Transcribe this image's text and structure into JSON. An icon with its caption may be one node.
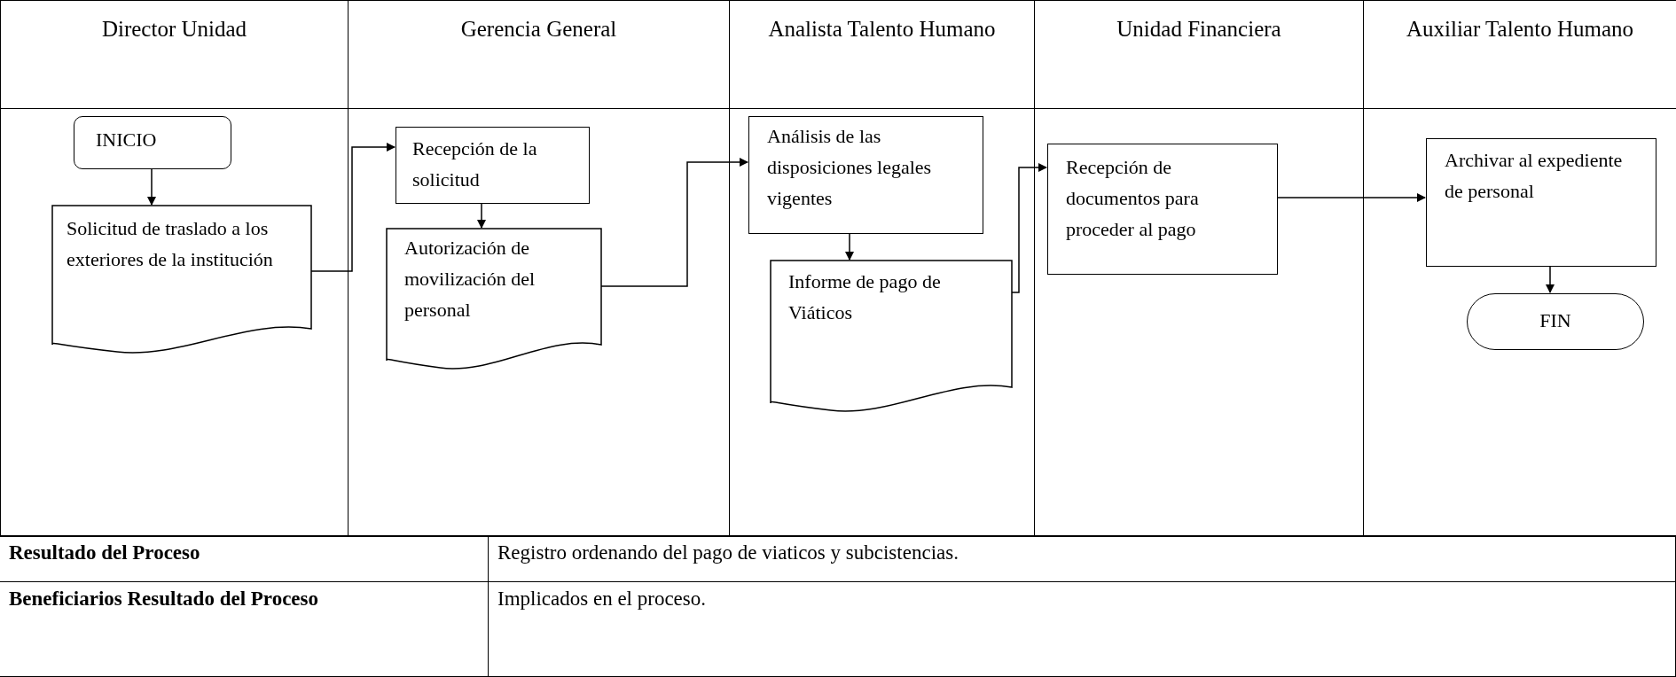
{
  "diagram": {
    "nodes": [
      {
        "text": [
          "Director Unidad"
        ]
      },
      {
        "text": [
          "Gerencia General"
        ]
      },
      {
        "text": [
          "Analista Talento Humano"
        ]
      },
      {
        "text": [
          "Unidad Financiera"
        ]
      },
      {
        "text": [
          "Auxiliar Talento Humano"
        ]
      },
      {
        "text": [
          "INICIO"
        ],
        "in": 0
      },
      {
        "text": [
          "Solicitud de traslado a los exteriores de la institución"
        ],
        "in": 0
      },
      {
        "text": [
          "Recepción de la solicitud"
        ],
        "in": 1
      },
      {
        "text": [
          "Autorización de movilización del personal"
        ],
        "in": 1
      },
      {
        "text": [
          "Análisis de las disposiciones legales vigentes"
        ],
        "in": 2
      },
      {
        "text": [
          "Informe de pago de Viáticos"
        ],
        "in": 2
      },
      {
        "text": [
          "Recepción de documentos para proceder al pago"
        ],
        "in": 3
      },
      {
        "text": [
          "Archivar al expediente de personal"
        ],
        "in": 4
      },
      {
        "text": [
          "FIN"
        ],
        "in": 4
      }
    ],
    "edges": [
      {
        "from": 5,
        "to": 6,
        "arrow": "to"
      },
      {
        "from": 6,
        "to": 7,
        "arrow": "to"
      },
      {
        "from": 7,
        "to": 8,
        "arrow": "to"
      },
      {
        "from": 8,
        "to": 9,
        "arrow": "to"
      },
      {
        "from": 9,
        "to": 10,
        "arrow": "to"
      },
      {
        "from": 10,
        "to": 11,
        "arrow": "to"
      },
      {
        "from": 11,
        "to": 12,
        "arrow": "to"
      },
      {
        "from": 12,
        "to": 13,
        "arrow": "to"
      }
    ],
    "labels": [
      "Resultado del Proceso",
      "Registro ordenando del pago de viaticos y subcistencias.",
      "Beneficiarios Resultado del Proceso",
      "Implicados en el proceso."
    ]
  }
}
